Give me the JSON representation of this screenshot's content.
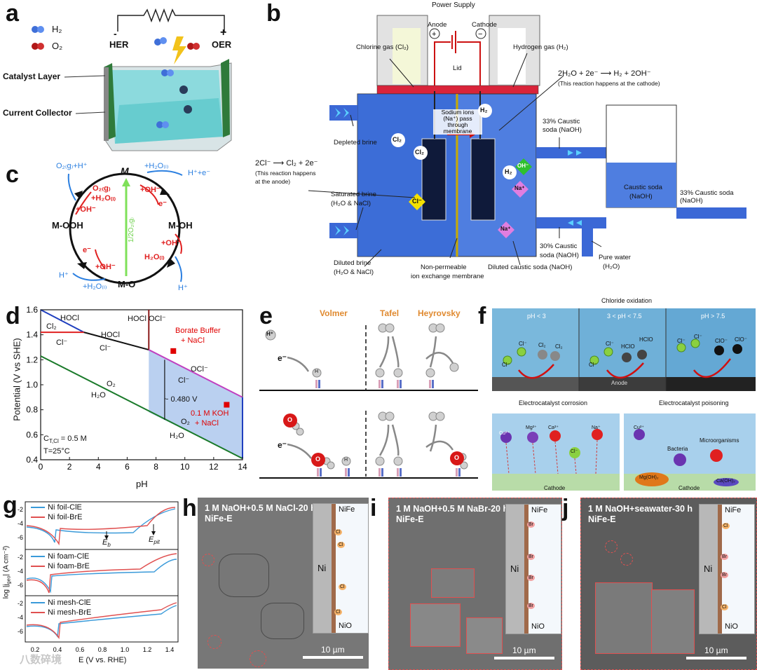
{
  "panels": {
    "a": {
      "label": "a",
      "legend_h2": "H₂",
      "legend_o2": "O₂",
      "her": "HER",
      "oer": "OER",
      "minus": "-",
      "plus": "+",
      "catalyst_layer": "Catalyst Layer",
      "current_collector": "Current Collector"
    },
    "b": {
      "label": "b",
      "power_supply": "Power Supply",
      "anode": "Anode",
      "cathode": "Cathode",
      "chlorine_gas": "Chlorine gas (Cl₂)",
      "hydrogen_gas": "Hydrogen gas (H₂)",
      "lid": "Lid",
      "cathode_rxn": "2H₂O + 2e⁻ ⟶ H₂ + 2OH⁻",
      "cathode_note": "(This reaction happens at the cathode)",
      "sodium_ions": "Sodium ions (Na⁺) pass through membrane",
      "depleted_brine": "Depleted brine",
      "caustic33": "33% Caustic soda (NaOH)",
      "anode_rxn": "2Cl⁻ ⟶ Cl₂ + 2e⁻",
      "anode_note1": "(This reaction happens",
      "anode_note2": "at the anode)",
      "saturated_brine1": "Saturated brine",
      "saturated_brine2": "(H₂O & NaCl)",
      "caustic_soda1": "Caustic soda",
      "caustic_soda2": "(NaOH)",
      "caustic33_right": "33% Caustic soda (NaOH)",
      "caustic30_1": "30% Caustic",
      "caustic30_2": "soda (NaOH)",
      "pure_water1": "Pure water",
      "pure_water2": "(H₂O)",
      "diluted_brine1": "Diluted brine",
      "diluted_brine2": "(H₂O & NaCl)",
      "membrane1": "Non-permeable",
      "membrane2": "ion exchange membrane",
      "diluted_caustic": "Diluted caustic soda (NaOH)",
      "ion_cl2": "Cl₂",
      "ion_h2": "H₂",
      "ion_oh": "OH⁻",
      "ion_na": "Na⁺",
      "ion_cl": "Cl⁻"
    },
    "c": {
      "label": "c",
      "m": "M",
      "m_oh": "M-OH",
      "m_o": "M-O",
      "m_ooh": "M-OOH",
      "h2o_top": "+H₂O₍ₗ₎",
      "h_e": "H⁺+e⁻",
      "oh_minus1": "+OH⁻",
      "e1": "e⁻",
      "oh_minus2": "+OH⁻",
      "h2o_right": "H₂O₍ₗ₎",
      "h_right": "H⁺",
      "h2o_bottom": "+H₂O₍ₗ₎",
      "h_left": "H⁺",
      "oh_minus3": "+OH⁻",
      "e2": "e⁻",
      "oh_minus4": "+OH⁻",
      "o2_h2o1": "O₂₍g₎",
      "o2_h2o2": "+H₂O₍ₗ₎",
      "o2_h": "O₂₍g₎+H⁺",
      "half_o2": "1/2O₂₍g₎"
    },
    "d": {
      "label": "d",
      "chart_data": {
        "type": "line",
        "xlabel": "pH",
        "ylabel": "Potential (V vs SHE)",
        "xlim": [
          0,
          14
        ],
        "ylim": [
          0.4,
          1.6
        ],
        "xticks": [
          "0",
          "2",
          "4",
          "6",
          "8",
          "10",
          "12",
          "14"
        ],
        "yticks": [
          "0.4",
          "0.6",
          "0.8",
          "1.0",
          "1.2",
          "1.4",
          "1.6"
        ],
        "series": [
          {
            "name": "",
            "color": "#1f3fbf",
            "x": [
              0,
              3.0
            ],
            "y": [
              1.6,
              1.42
            ]
          },
          {
            "name": "",
            "color": "#e02020",
            "x": [
              0,
              3.0
            ],
            "y": [
              1.42,
              1.42
            ]
          },
          {
            "name": "",
            "color": "#111111",
            "x": [
              3.0,
              7.5
            ],
            "y": [
              1.42,
              1.28
            ]
          },
          {
            "name": "",
            "color": "#8b1a1a",
            "x": [
              7.5,
              7.5
            ],
            "y": [
              1.28,
              1.6
            ]
          },
          {
            "name": "",
            "color": "#c040c0",
            "x": [
              7.5,
              14
            ],
            "y": [
              1.28,
              0.9
            ]
          },
          {
            "name": "",
            "color": "#1a7a2a",
            "x": [
              0,
              14
            ],
            "y": [
              1.23,
              0.41
            ]
          }
        ],
        "markers": [
          {
            "x": 9.2,
            "y": 1.27,
            "color": "#e00000"
          },
          {
            "x": 12.9,
            "y": 0.84,
            "color": "#e00000"
          }
        ],
        "annotations": {
          "hocl": "HOCl",
          "cl2": "Cl₂",
          "cl_minus1": "Cl⁻",
          "hocl_mid": "HOCl",
          "cl_minus2": "Cl⁻",
          "hocl_ocl": "HOCl OCl⁻",
          "borate1": "Borate Buffer",
          "borate2": "+ NaCl",
          "ocl": "OCl⁻",
          "cl_minus3": "Cl⁻",
          "o2_left": "O₂",
          "h2o_left": "H₂O",
          "v480": "~ 0.480 V",
          "koh1": "0.1 M KOH",
          "koh2": "+ NaCl",
          "o2_right": "O₂",
          "h2o_right": "H₂O",
          "ctcl": "C",
          "ctcl_sub": "T,Cl",
          "ctcl_val": " = 0.5 M",
          "temp": "T=25°C"
        }
      }
    },
    "e": {
      "label": "e",
      "volmer": "Volmer",
      "tafel": "Tafel",
      "heyrovsky": "Heyrovsky",
      "h_plus": "H⁺",
      "e_minus": "e⁻",
      "h": "H",
      "o": "O"
    },
    "f": {
      "label": "f",
      "chloride_oxidation": "Chloride oxidation",
      "ph1": "pH < 3",
      "ph2": "3 < pH < 7.5",
      "ph3": "pH > 7.5",
      "cl_minus": "Cl⁻",
      "cl2": "Cl₂",
      "hclo": "HClO",
      "clo": "ClO⁻",
      "anode": "Anode",
      "corrosion": "Electrocatalyst corrosion",
      "poisoning": "Electrocatalyst poisoning",
      "cu": "Cu²⁺",
      "mg": "Mg²⁺",
      "ca": "Ca²⁺",
      "cl": "Cl⁻",
      "na": "Na⁺",
      "bacteria": "Bacteria",
      "microorganisms": "Microorganisms",
      "mgoh": "Mg(OH)₂",
      "caoh": "Ca(OH)₂",
      "cathode": "Cathode"
    },
    "g": {
      "label": "g",
      "chart_data": [
        {
          "type": "line",
          "legend": [
            "Ni foil-ClE",
            "Ni foil-BrE"
          ],
          "colors": [
            "#3a9ad9",
            "#e05050"
          ],
          "annotations": {
            "eb": "E",
            "eb_sub": "b",
            "epit": "E",
            "epit_sub": "pit"
          }
        },
        {
          "type": "line",
          "legend": [
            "Ni foam-ClE",
            "Ni foam-BrE"
          ],
          "colors": [
            "#3a9ad9",
            "#e05050"
          ]
        },
        {
          "type": "line",
          "legend": [
            "Ni mesh-ClE",
            "Ni mesh-BrE"
          ],
          "colors": [
            "#3a9ad9",
            "#e05050"
          ]
        }
      ],
      "ylabel": "log |j",
      "ylabel_sub": "geo",
      "ylabel_tail": "| (A cm⁻²)",
      "xlabel": "E (V vs. RHE)",
      "xticks": [
        "0.2",
        "0.4",
        "0.6",
        "0.8",
        "1.0",
        "1.2",
        "1.4"
      ],
      "yticks_top": [
        "-2",
        "-4",
        "-6"
      ],
      "yticks_mid": [
        "-2",
        "-4",
        "-6"
      ],
      "yticks_bot": [
        "-2",
        "-4",
        "-6"
      ]
    },
    "h": {
      "label": "h",
      "title1": "1 M NaOH+0.5 M NaCl-20 h",
      "title2": "NiFe-E",
      "nife": "NiFe",
      "ni": "Ni",
      "nio": "NiO",
      "ion": "Cl",
      "scale": "10 µm"
    },
    "i": {
      "label": "i",
      "title1": "1 M NaOH+0.5 M NaBr-20 h",
      "title2": "NiFe-E",
      "nife": "NiFe",
      "ni": "Ni",
      "nio": "NiO",
      "ion": "Br",
      "scale": "10 µm"
    },
    "j": {
      "label": "j",
      "title1": "1 M NaOH+seawater-30 h",
      "title2": "NiFe-E",
      "nife": "NiFe",
      "ni": "Ni",
      "nio": "NiO",
      "ion": "Br",
      "ion2": "Cl",
      "scale": "10 µm"
    }
  },
  "watermark": "八数碎境"
}
